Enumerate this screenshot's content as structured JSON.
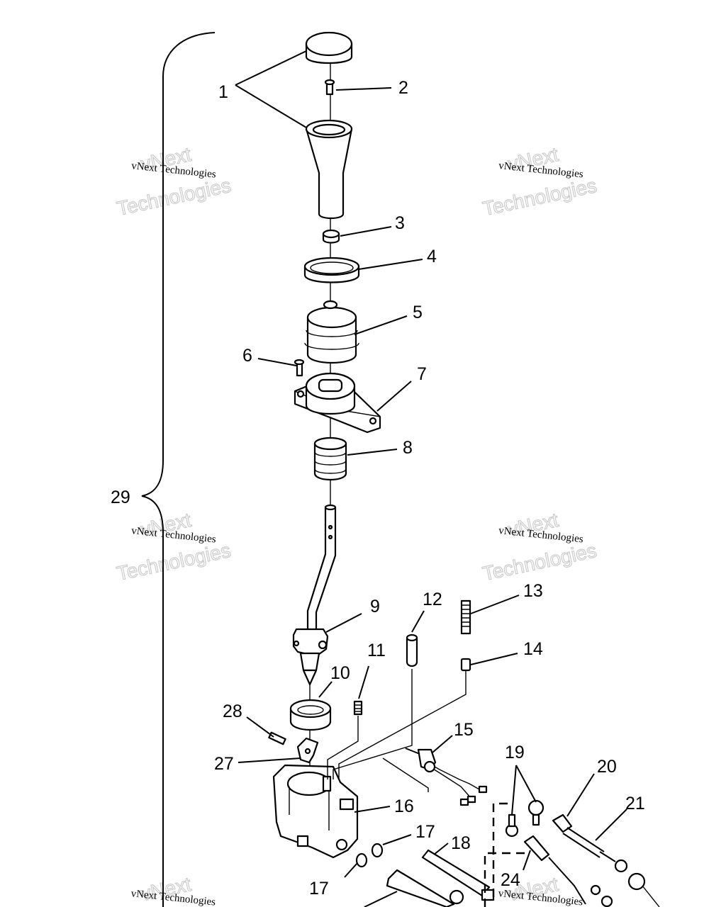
{
  "callouts": {
    "c1": "1",
    "c2": "2",
    "c3": "3",
    "c4": "4",
    "c5": "5",
    "c6": "6",
    "c7": "7",
    "c8": "8",
    "c9": "9",
    "c10": "10",
    "c11": "11",
    "c12": "12",
    "c13": "13",
    "c14": "14",
    "c15": "15",
    "c16": "16",
    "c17a": "17",
    "c17b": "17",
    "c18": "18",
    "c19": "19",
    "c20": "20",
    "c21": "21",
    "c24": "24",
    "c27": "27",
    "c28": "28",
    "c29": "29"
  },
  "watermark": {
    "small": "vNext Technologies",
    "big_line1": "vNext",
    "big_line2": "Technologies"
  }
}
